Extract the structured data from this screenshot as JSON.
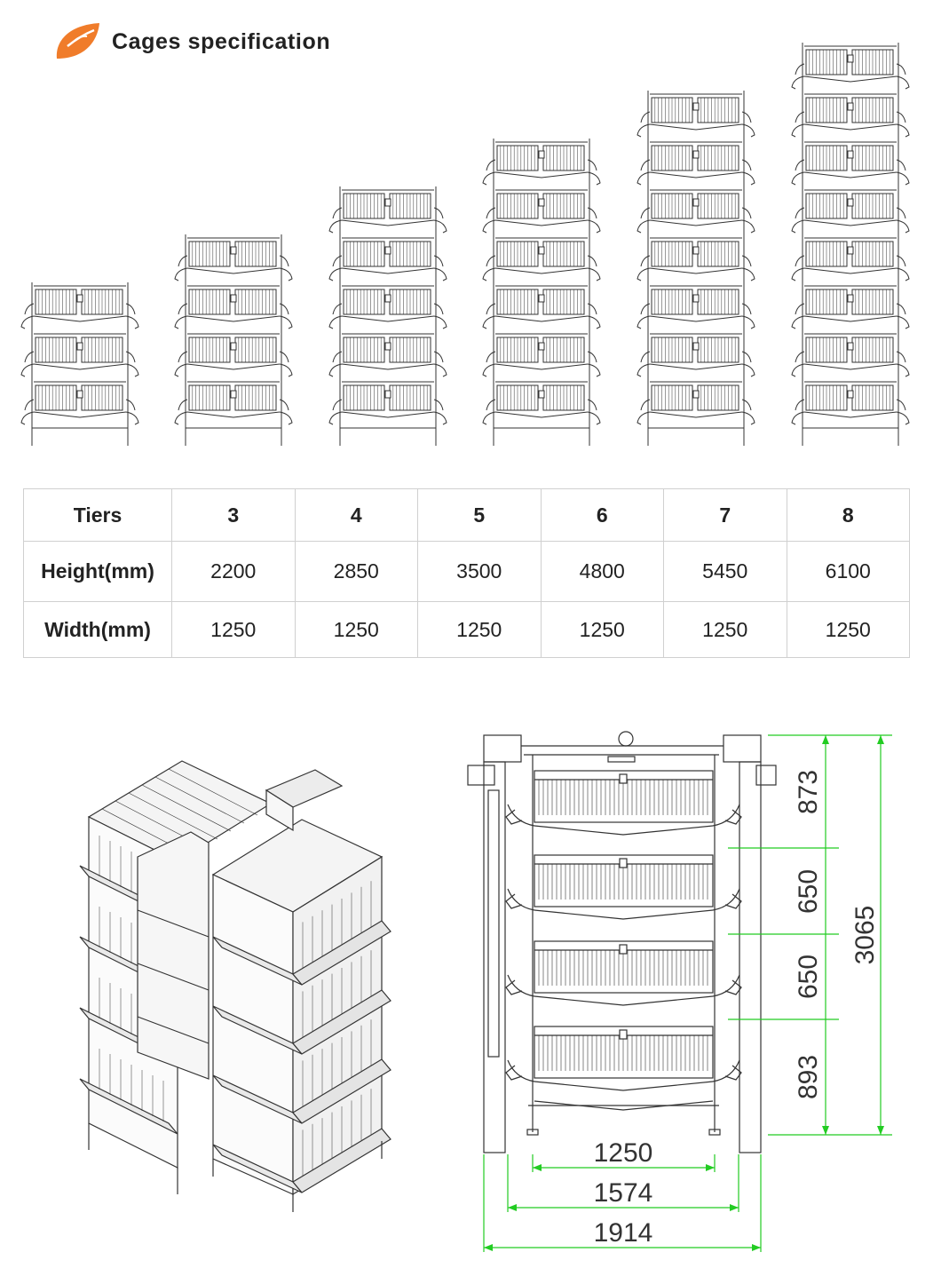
{
  "header": {
    "title": "Cages specification",
    "logo_icon": "orange-leaf-logo",
    "accent": "#f07c2a"
  },
  "cages": [
    {
      "tiers": 3
    },
    {
      "tiers": 4
    },
    {
      "tiers": 5
    },
    {
      "tiers": 6
    },
    {
      "tiers": 7
    },
    {
      "tiers": 8
    }
  ],
  "table": {
    "header": [
      "Tiers",
      "3",
      "4",
      "5",
      "6",
      "7",
      "8"
    ],
    "rows": [
      [
        "Height(mm)",
        "2200",
        "2850",
        "3500",
        "4800",
        "5450",
        "6100"
      ],
      [
        "Width(mm)",
        "1250",
        "1250",
        "1250",
        "1250",
        "1250",
        "1250"
      ]
    ]
  },
  "drawing": {
    "dims_vertical": [
      "873",
      "650",
      "650",
      "893"
    ],
    "dim_total_height": "3065",
    "dims_horizontal": [
      "1250",
      "1574",
      "1914"
    ],
    "dim_line_color": "#22cc22"
  }
}
